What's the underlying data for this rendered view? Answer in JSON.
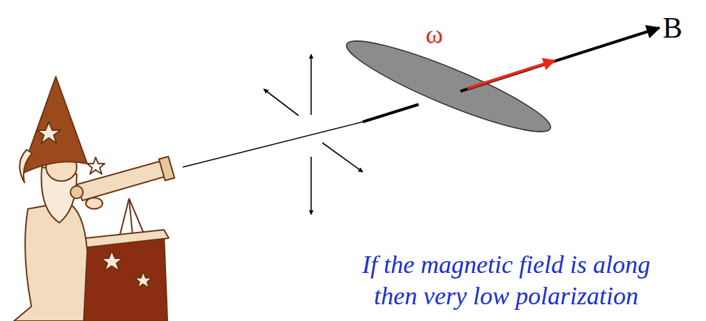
{
  "diagram": {
    "labels": [
      "ω",
      "B",
      "If the magnetic field is along then very low polarization"
    ]
  }
}
